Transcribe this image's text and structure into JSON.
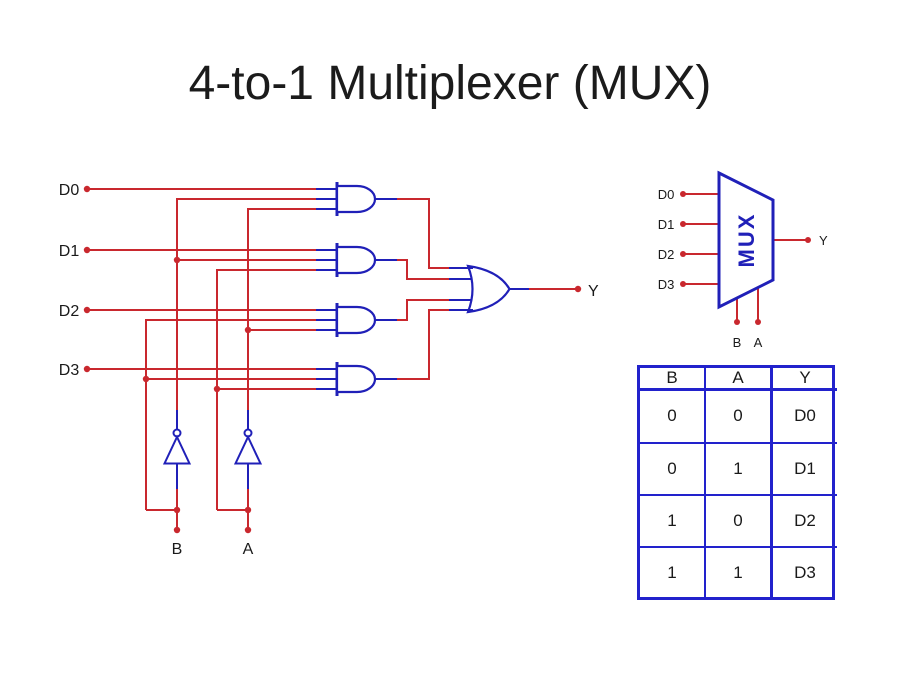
{
  "title": "4-to-1 Multiplexer (MUX)",
  "colors": {
    "wire_red": "#c9282e",
    "gate_blue": "#2020b8",
    "table_border_blue": "#2222cc",
    "text_black": "#1a1a1a",
    "background": "#ffffff"
  },
  "gate_circuit": {
    "data_inputs": [
      "D0",
      "D1",
      "D2",
      "D3"
    ],
    "select_inputs": [
      "B",
      "A"
    ],
    "output": "Y",
    "gates": {
      "and_count": 4,
      "or_count": 1,
      "not_count": 2
    }
  },
  "mux_symbol": {
    "label": "MUX",
    "data_inputs": [
      "D0",
      "D1",
      "D2",
      "D3"
    ],
    "select_inputs": [
      "B",
      "A"
    ],
    "output": "Y"
  },
  "truth_table": {
    "headers": [
      "B",
      "A",
      "Y"
    ],
    "rows": [
      [
        "0",
        "0",
        "D0"
      ],
      [
        "0",
        "1",
        "D1"
      ],
      [
        "1",
        "0",
        "D2"
      ],
      [
        "1",
        "1",
        "D3"
      ]
    ]
  }
}
